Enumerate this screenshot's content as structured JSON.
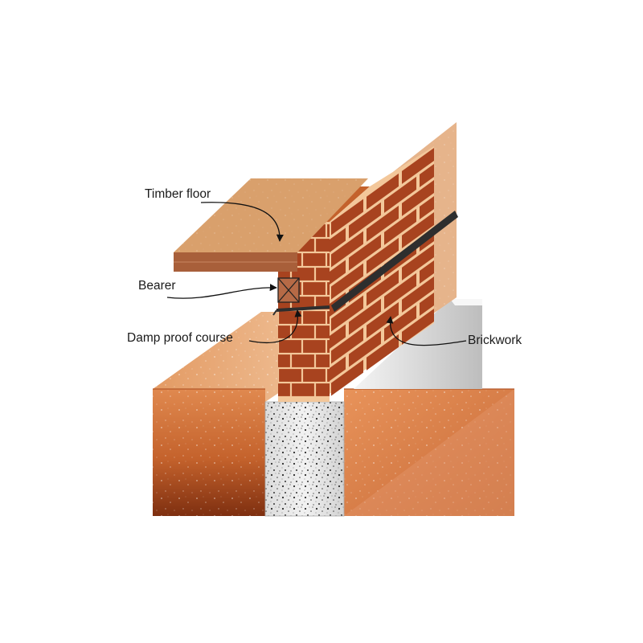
{
  "labels": {
    "timber_floor": "Timber floor",
    "bearer": "Bearer",
    "damp_proof_course": "Damp proof course",
    "brickwork": "Brickwork"
  },
  "colors": {
    "soil_dark": "#8a3512",
    "soil_light": "#e38a52",
    "soil_surface": "#e7a476",
    "concrete": "#e9e9e9",
    "brick": "#a8431f",
    "mortar": "#f3c79a",
    "timber_top": "#d9a06c",
    "timber_edge": "#a85f3a",
    "wall_panel": "#e6b48b",
    "strip_footing": "#dcdcdc",
    "dpc": "#2e2e2e"
  }
}
